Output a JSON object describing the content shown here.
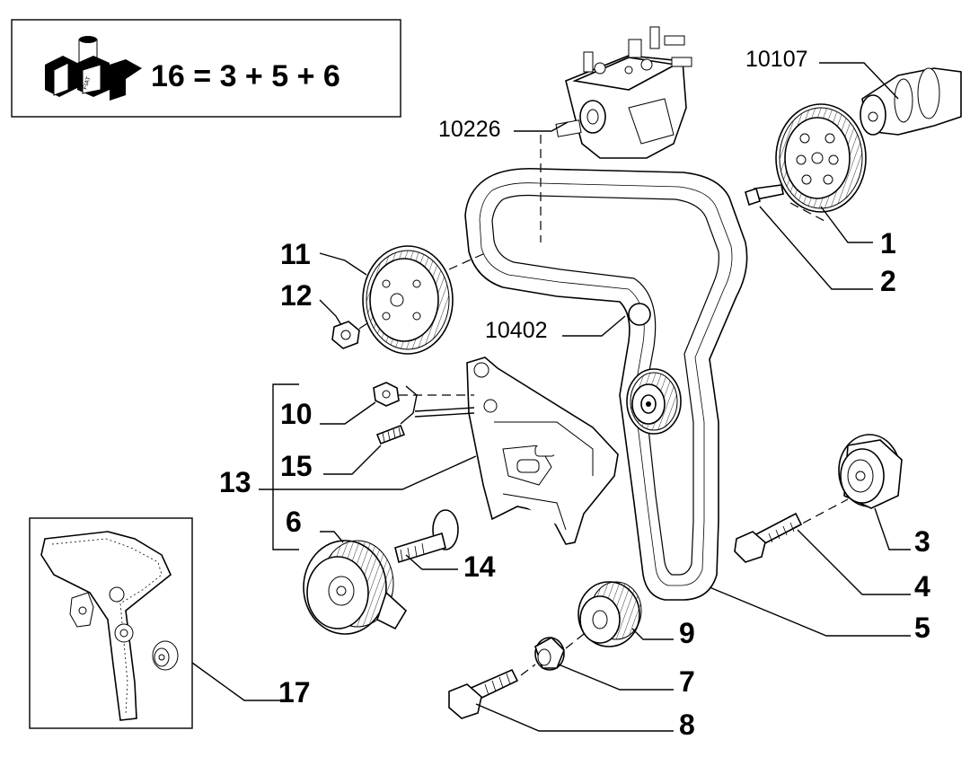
{
  "kit": {
    "formula": "16 = 3 + 5 + 6",
    "logo_text": "FIAT"
  },
  "callouts": {
    "c1": "1",
    "c2": "2",
    "c3": "3",
    "c4": "4",
    "c5": "5",
    "c6": "6",
    "c7": "7",
    "c8": "8",
    "c9": "9",
    "c10": "10",
    "c11": "11",
    "c12": "12",
    "c13": "13",
    "c14": "14",
    "c15": "15",
    "c17": "17",
    "r10107": "10107",
    "r10226": "10226",
    "r10402": "10402"
  }
}
